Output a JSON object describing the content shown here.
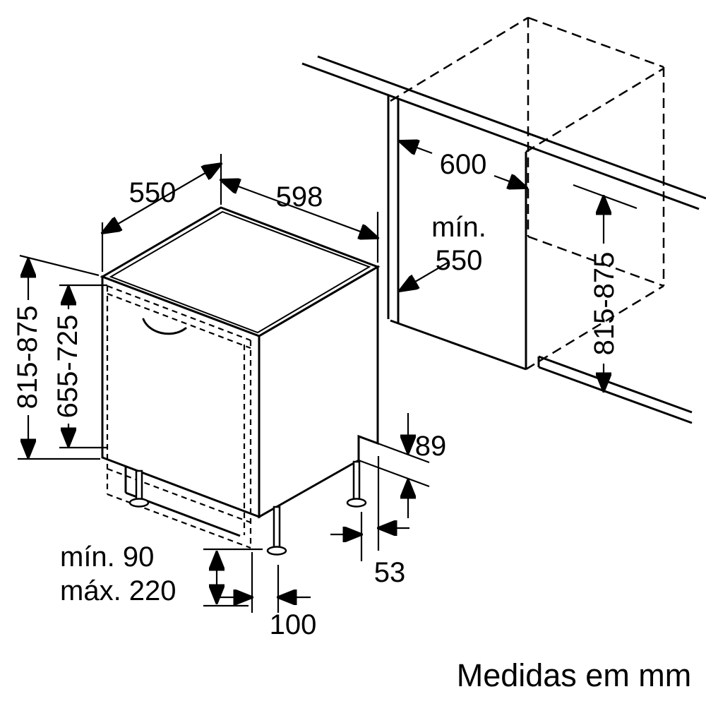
{
  "figure": {
    "caption": "Medidas em mm"
  },
  "dimensions": {
    "top_depth": "550",
    "top_width": "598",
    "niche_width": "600",
    "niche_depth_line1": "mín.",
    "niche_depth_line2": "550",
    "left_height": "815-875",
    "door_panel_height": "655-725",
    "right_niche_height": "815-875",
    "rear_base_height": "89",
    "rear_foot_offset": "53",
    "plinth_min": "mín. 90",
    "plinth_max": "máx. 220",
    "front_foot_distance": "100"
  }
}
